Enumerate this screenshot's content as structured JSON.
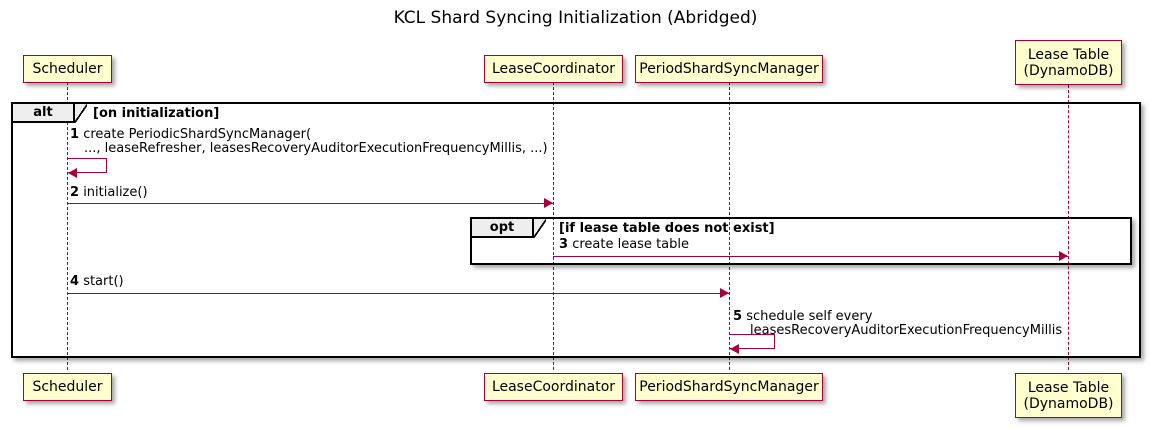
{
  "title": "KCL Shard Syncing Initialization (Abridged)",
  "participants": [
    {
      "id": "scheduler",
      "label_line1": "Scheduler",
      "label_line2": ""
    },
    {
      "id": "leasecoord",
      "label_line1": "LeaseCoordinator",
      "label_line2": ""
    },
    {
      "id": "periodsync",
      "label_line1": "PeriodShardSyncManager",
      "label_line2": ""
    },
    {
      "id": "leasetable",
      "label_line1": "Lease Table",
      "label_line2": "(DynamoDB)"
    }
  ],
  "fragments": [
    {
      "id": "alt-frame",
      "operator": "alt",
      "condition": "[on initialization]"
    },
    {
      "id": "opt-frame",
      "operator": "opt",
      "condition": "[if lease table does not exist]"
    }
  ],
  "messages": [
    {
      "number": "1",
      "line1": "create PeriodicShardSyncManager(",
      "line2": "..., leaseRefresher, leasesRecoveryAuditorExecutionFrequencyMillis, ...)",
      "from": "scheduler",
      "to": "scheduler",
      "kind": "self"
    },
    {
      "number": "2",
      "line1": "initialize()",
      "line2": "",
      "from": "scheduler",
      "to": "leasecoord",
      "kind": "sync"
    },
    {
      "number": "3",
      "line1": "create lease table",
      "line2": "",
      "from": "leasecoord",
      "to": "leasetable",
      "kind": "sync"
    },
    {
      "number": "4",
      "line1": "start()",
      "line2": "",
      "from": "scheduler",
      "to": "periodsync",
      "kind": "sync"
    },
    {
      "number": "5",
      "line1": "schedule self every",
      "line2": "leasesRecoveryAuditorExecutionFrequencyMillis",
      "from": "periodsync",
      "to": "periodsync",
      "kind": "self"
    }
  ],
  "colors": {
    "participant_fill": "#FEFECE",
    "participant_border": "#A80036",
    "arrow": "#A80036",
    "fragment_border": "#000000",
    "fragment_label_fill": "#EEEEEE",
    "background": "#FFFFFF",
    "text": "#000000"
  }
}
